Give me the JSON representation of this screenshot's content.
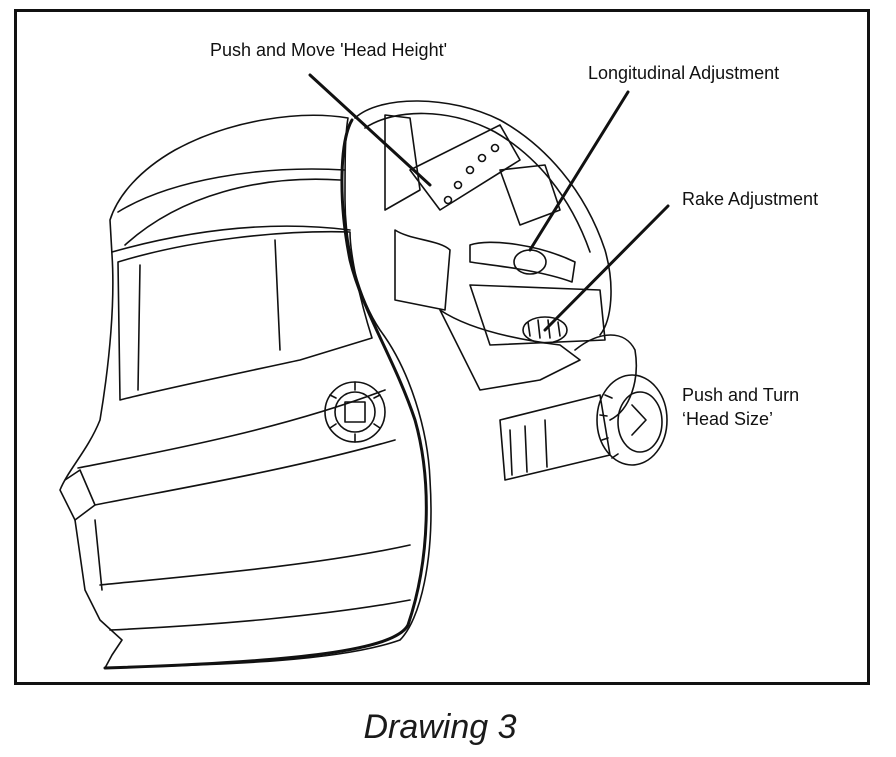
{
  "labels": {
    "head_height": "Push and Move 'Head Height'",
    "longitudinal": "Longitudinal Adjustment",
    "rake": "Rake Adjustment",
    "head_size_line1": "Push and Turn",
    "head_size_line2": "‘Head Size’"
  },
  "caption": "Drawing 3",
  "colors": {
    "line": "#111111",
    "background": "#ffffff"
  }
}
